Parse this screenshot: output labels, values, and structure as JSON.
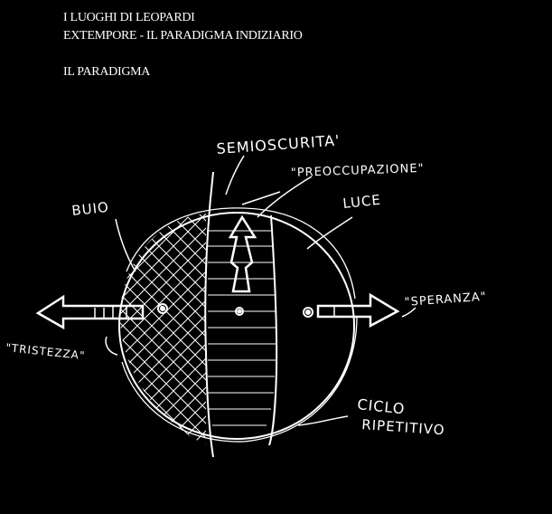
{
  "header": {
    "line1": "I LUOGHI DI LEOPARDI",
    "line2": "EXTEMPORE - IL PARADIGMA INDIZIARIO",
    "section": "IL PARADIGMA"
  },
  "diagram": {
    "labels": {
      "semioscurita": "SEMIOSCURITA'",
      "preoccupazione": "\"PREOCCUPAZIONE\"",
      "buio": "BUIO",
      "luce": "LUCE",
      "speranza": "\"SPERANZA\"",
      "tristezza": "\"TRISTEZZA\"",
      "ciclo": "CICLO",
      "ripetitivo": "RIPETITIVO"
    }
  }
}
